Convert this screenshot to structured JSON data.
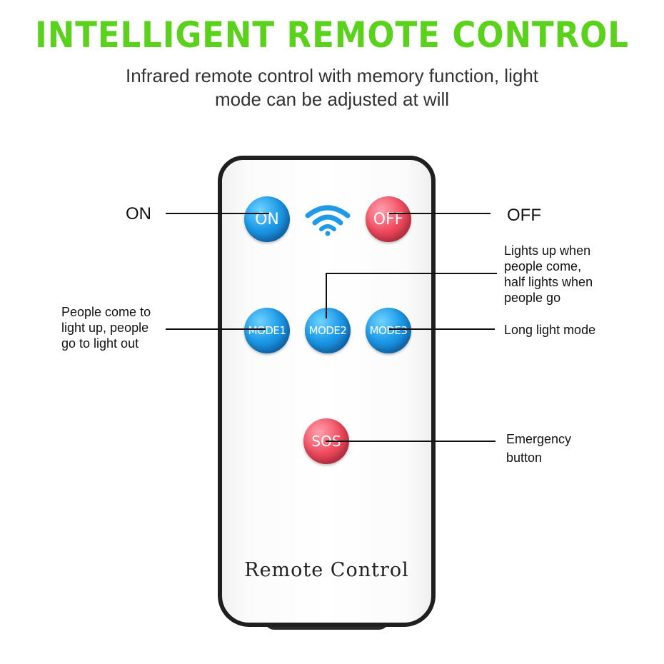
{
  "header": {
    "title": "INTELLIGENT REMOTE CONTROL",
    "subtitle_line1": "Infrared remote control with memory function, light",
    "subtitle_line2": "mode can be adjusted at will"
  },
  "remote": {
    "label": "Remote Control",
    "buttons": {
      "on": "ON",
      "off": "OFF",
      "mode1": "MODE1",
      "mode2": "MODE2",
      "mode3": "MODE3",
      "sos": "SOS"
    },
    "signal_icon": "wifi-signal-icon"
  },
  "callouts": {
    "on": "ON",
    "off": "OFF",
    "mode1": [
      "People come to",
      "light up, people",
      "go to light out"
    ],
    "mode2": [
      "Lights up when",
      "people come,",
      "half lights when",
      "people go"
    ],
    "mode3": "Long light mode",
    "sos": [
      "Emergency",
      "button"
    ]
  },
  "colors": {
    "headline": "#5ad11a",
    "button_blue": "#1e9ae8",
    "button_red": "#f04a5e"
  }
}
